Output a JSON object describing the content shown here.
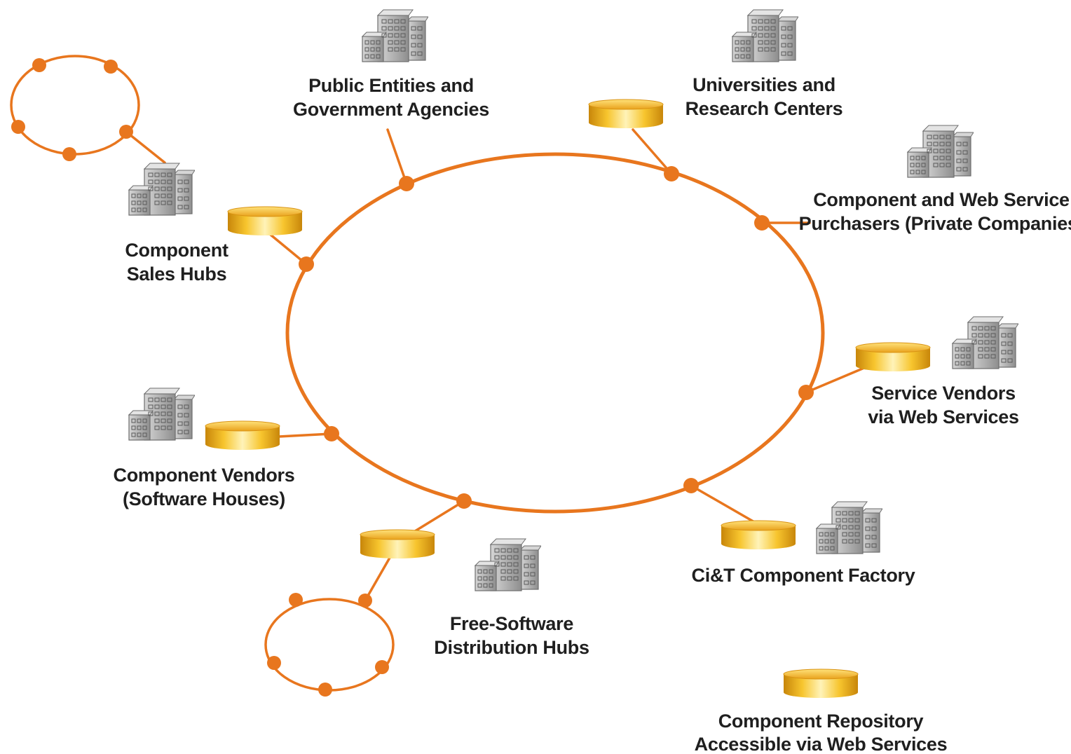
{
  "colors": {
    "ring": "#E8761E",
    "node": "#E8761E",
    "repo_light": "#FFF3B8",
    "repo_mid": "#F7C52E",
    "repo_dark": "#C8860A",
    "building_face": "#A8A8A8",
    "building_dark": "#6E6E6E",
    "building_light": "#D6D6D6",
    "text": "#1F1F1F"
  },
  "labels": {
    "public_entities": [
      "Public Entities and",
      "Government Agencies"
    ],
    "universities": [
      "Universities and",
      "Research Centers"
    ],
    "purchasers": [
      "Component and Web Service",
      "Purchasers (Private Companies)"
    ],
    "service_vendors": [
      "Service Vendors",
      "via Web Services"
    ],
    "factory": [
      "Ci&T Component Factory"
    ],
    "free_software": [
      "Free-Software",
      "Distribution Hubs"
    ],
    "component_vendors": [
      "Component Vendors",
      "(Software Houses)"
    ],
    "sales_hubs": [
      "Component",
      "Sales Hubs"
    ],
    "repository_legend": [
      "Component Repository",
      "Accessible via Web Services"
    ]
  },
  "icons": {
    "building": "office-building-icon",
    "repository": "repository-disk-icon",
    "node": "network-node-icon"
  }
}
